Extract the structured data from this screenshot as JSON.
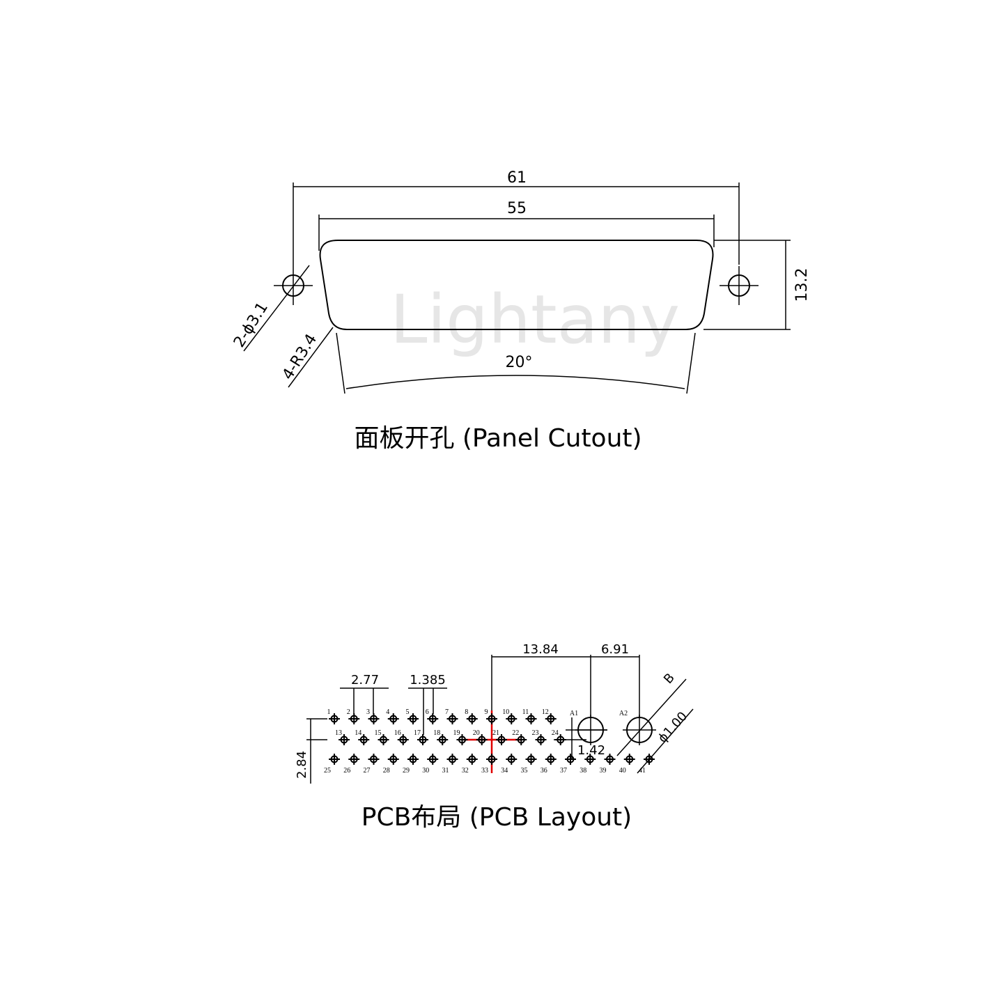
{
  "watermark": "Lightany",
  "panel_cutout": {
    "title": "面板开孔 (Panel Cutout)",
    "dim_overall_width": "61",
    "dim_slot_width": "55",
    "dim_height": "13.2",
    "dim_angle": "20°",
    "dim_holes": "2-ϕ3.1",
    "dim_radius": "4-R3.4"
  },
  "pcb_layout": {
    "title": "PCB布局 (PCB Layout)",
    "dim_pitch": "2.77",
    "dim_half_pitch": "1.385",
    "dim_a1_offset": "13.84",
    "dim_a2_offset": "6.91",
    "dim_row_spacing": "2.84",
    "dim_row_offset": "1.42",
    "dim_b": "B",
    "dim_hole_dia": "ϕ1.00",
    "row1_pins": [
      "1",
      "2",
      "3",
      "4",
      "5",
      "6",
      "7",
      "8",
      "9",
      "10",
      "11",
      "12"
    ],
    "row2_pins": [
      "13",
      "14",
      "15",
      "16",
      "17",
      "18",
      "19",
      "20",
      "21",
      "22",
      "23",
      "24"
    ],
    "row3_pins": [
      "25",
      "26",
      "27",
      "28",
      "29",
      "30",
      "31",
      "32",
      "33",
      "34",
      "35",
      "36",
      "37",
      "38",
      "39",
      "40",
      "41"
    ],
    "coax_labels": [
      "A1",
      "A2"
    ],
    "highlight_color": "#e00000"
  }
}
